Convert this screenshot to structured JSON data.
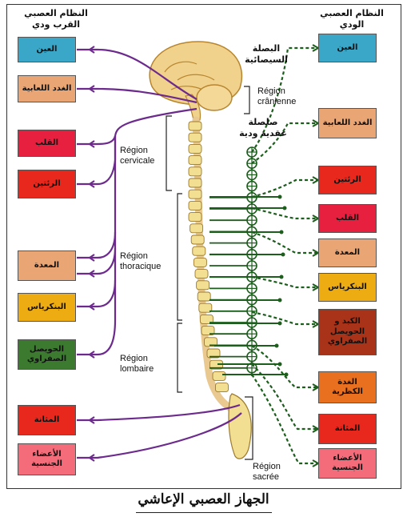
{
  "headers": {
    "parasympathetic": "النظام العصبي القرب ودي",
    "sympathetic": "النظام العصبي الودي"
  },
  "left_organs": [
    {
      "label": "العين",
      "color": "#3aa7c8"
    },
    {
      "label": "الغدد اللعابية",
      "color": "#eaa575"
    },
    {
      "label": "القلب",
      "color": "#e8203f"
    },
    {
      "label": "الرئتين",
      "color": "#e8281c"
    },
    {
      "label": "المعدة",
      "color": "#eaa575"
    },
    {
      "label": "البنكرياس",
      "color": "#ecac12"
    },
    {
      "label": "الحويصل الصفراوي",
      "color": "#3c7a30"
    },
    {
      "label": "المثانة",
      "color": "#e8281c"
    },
    {
      "label": "الأعضاء الجنسية",
      "color": "#f46b7a"
    }
  ],
  "right_organs": [
    {
      "label": "العين",
      "color": "#3aa7c8"
    },
    {
      "label": "الغدد اللعابية",
      "color": "#eaa575"
    },
    {
      "label": "الرئتين",
      "color": "#e8281c"
    },
    {
      "label": "القلب",
      "color": "#e8203f"
    },
    {
      "label": "المعدة",
      "color": "#eaa575"
    },
    {
      "label": "البنكرياس",
      "color": "#ecac12"
    },
    {
      "label": "الكبد و الحويصل الصفراوي",
      "color": "#a83318"
    },
    {
      "label": "الغدة الكظرية",
      "color": "#e8701e"
    },
    {
      "label": "المثانة",
      "color": "#e8281c"
    },
    {
      "label": "الأعضاء الجنسية",
      "color": "#f46b7a"
    }
  ],
  "annotations": {
    "bulb": "البصلة السيصائية",
    "chain": "صلصلة عقدية ودية"
  },
  "regions": {
    "cranial": "Région crânienne",
    "cervical": "Région cervicale",
    "thoracic": "Région thoracique",
    "lumbar": "Région lombaire",
    "sacral": "Région sacrée"
  },
  "caption": "الجهاز العصبي الإعاشي",
  "colors": {
    "parasympathetic": "#6b2a8c",
    "sympathetic": "#1c5e1c",
    "vertebra": "#f3df92",
    "brain": "#f1d28c"
  }
}
